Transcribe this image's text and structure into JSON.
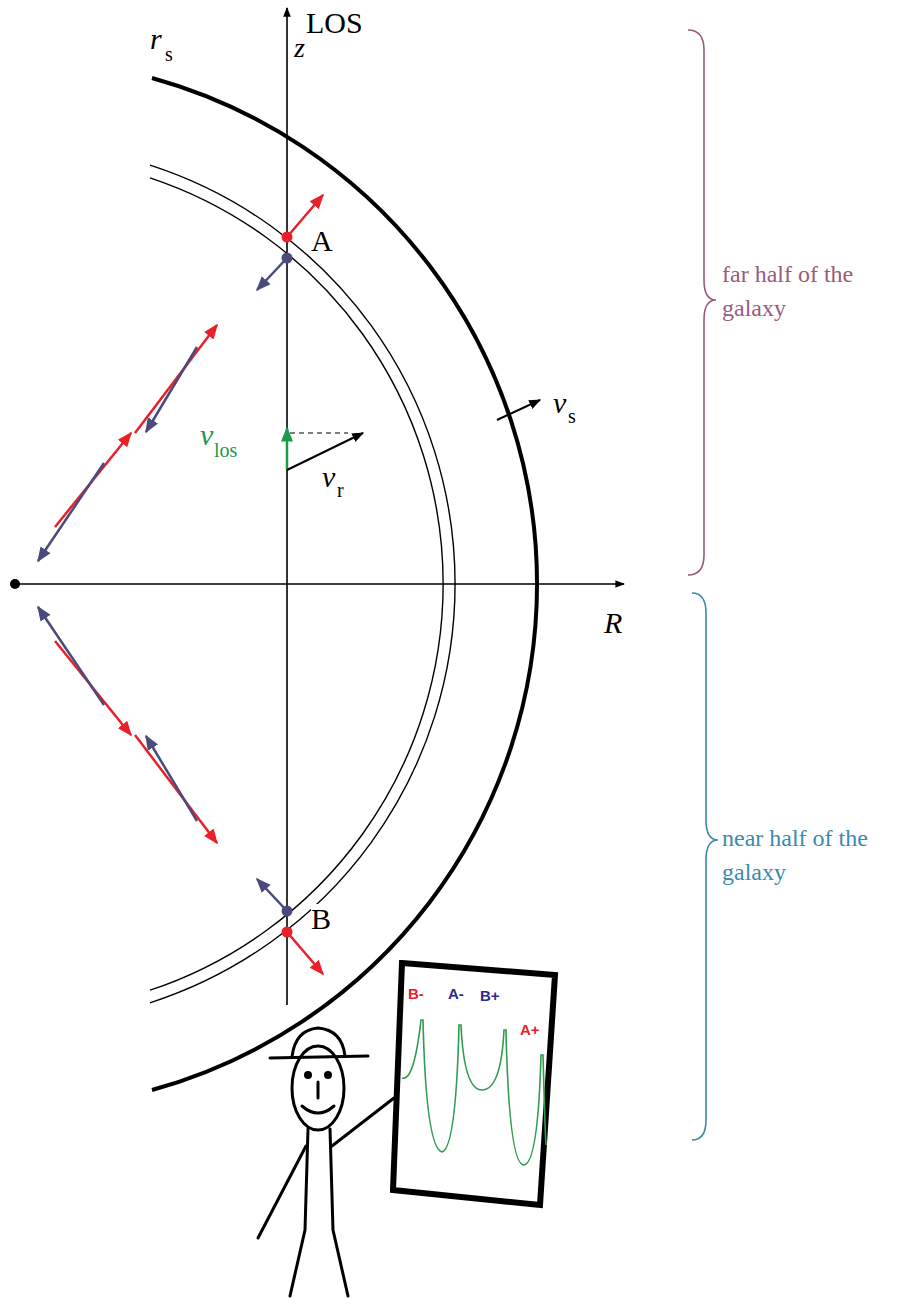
{
  "diagram": {
    "nodes": [
      {
        "text": [
          "B-",
          "A-",
          "B+",
          "A+"
        ]
      }
    ],
    "labels": [
      "LOS",
      "z",
      "r",
      "s",
      "A",
      "v",
      "s",
      "v",
      "los",
      "v",
      "r",
      "R",
      "B",
      "far half of the galaxy",
      "near half of the galaxy"
    ]
  }
}
